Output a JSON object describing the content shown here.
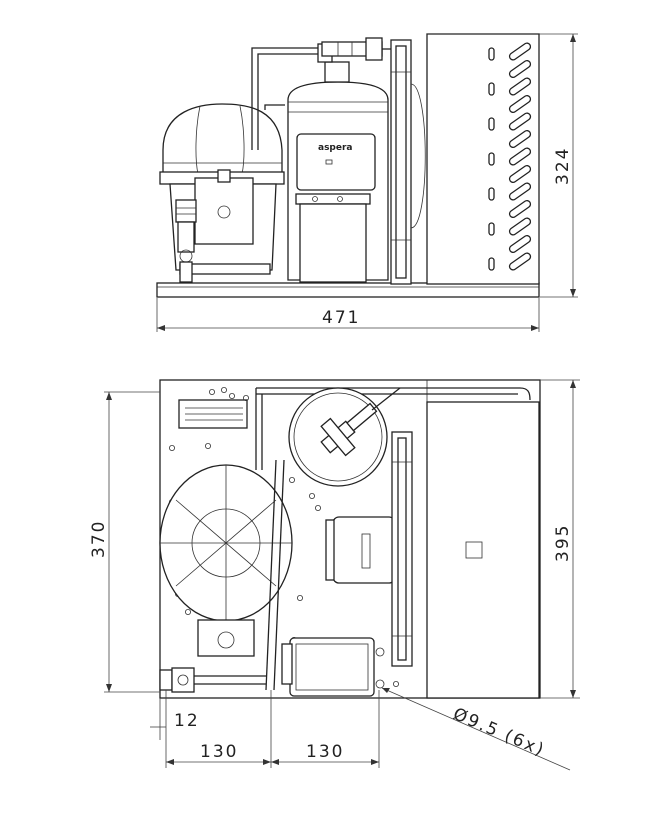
{
  "top_view": {
    "width_dim": "471",
    "height_dim": "324",
    "brand_label": "aspera"
  },
  "bottom_view": {
    "depth_left_dim": "370",
    "depth_right_dim": "395",
    "offset_dim": "12",
    "spacing_1_dim": "130",
    "spacing_2_dim": "130",
    "hole_callout": "Ø9.5 (6x)"
  }
}
